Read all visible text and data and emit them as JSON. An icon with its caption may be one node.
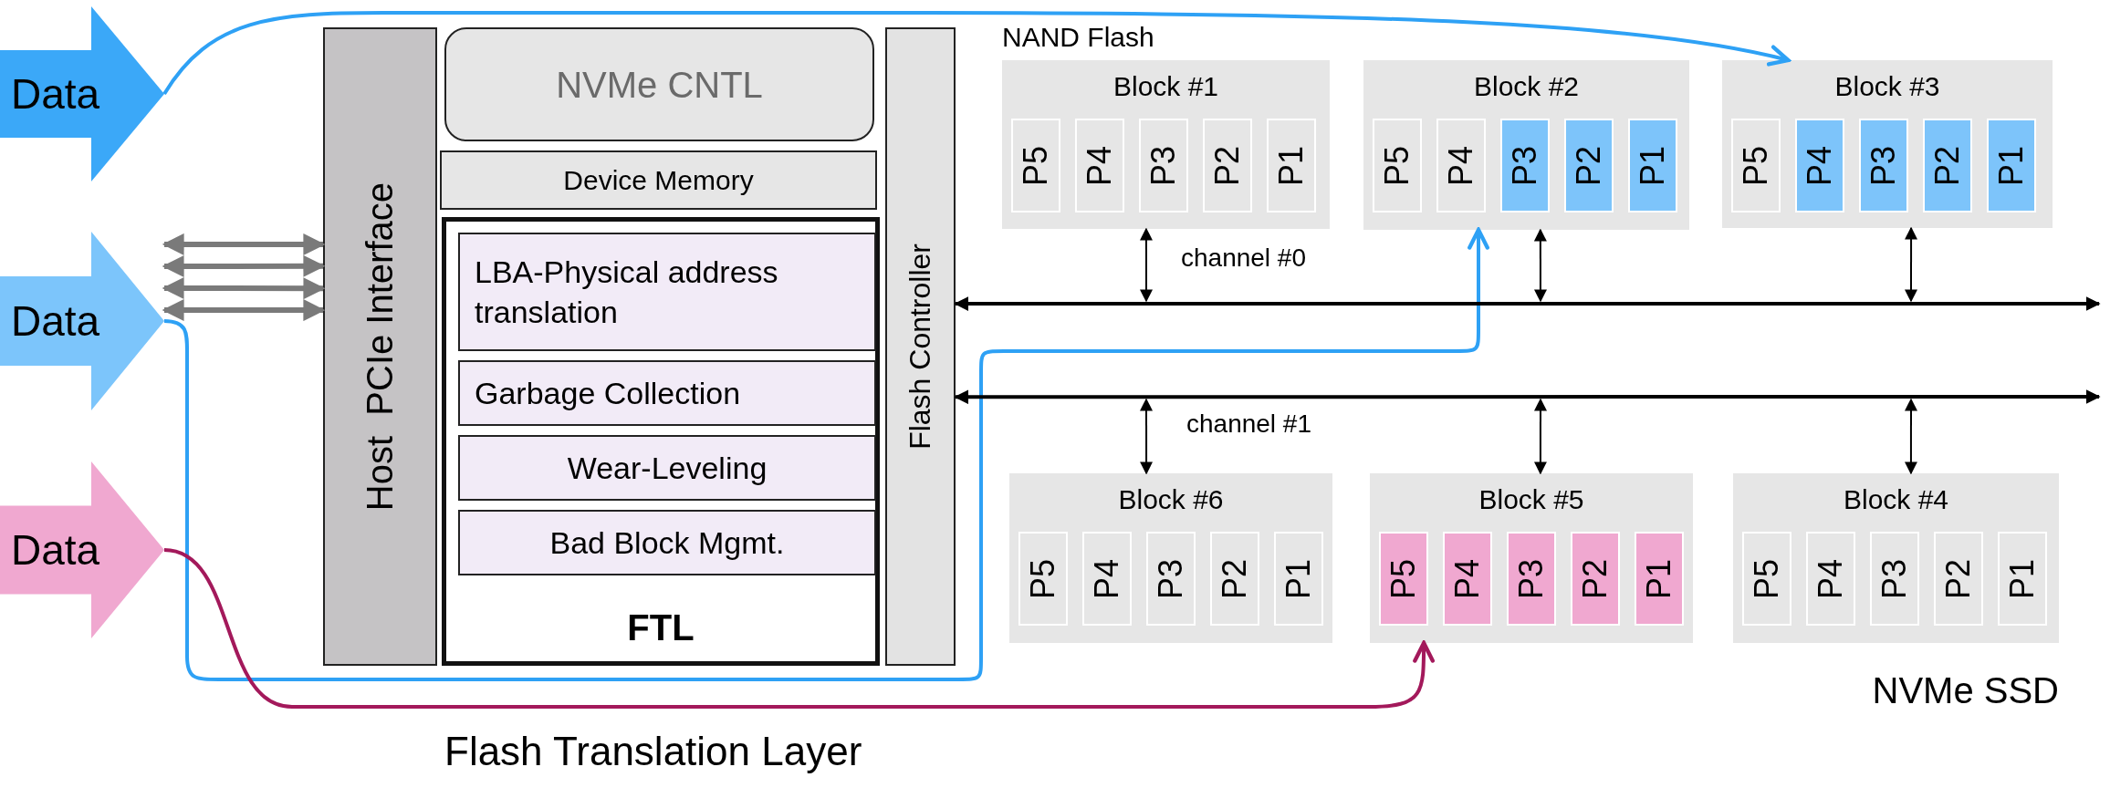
{
  "diagram": {
    "nodes": [
      {
        "text": [
          "Data"
        ]
      },
      {
        "text": [
          "Data"
        ]
      },
      {
        "text": [
          "Data"
        ]
      },
      {
        "text": [
          "Host  PCIe Interface"
        ]
      },
      {
        "text": [
          "NVMe CNTL"
        ]
      },
      {
        "text": [
          "Device Memory"
        ]
      },
      {
        "text": [
          "FTL"
        ]
      },
      {
        "text": [
          "LBA-Physical address translation"
        ],
        "in": 6
      },
      {
        "text": [
          "Garbage Collection"
        ],
        "in": 6
      },
      {
        "text": [
          "Wear-Leveling"
        ],
        "in": 6
      },
      {
        "text": [
          "Bad Block Mgmt."
        ],
        "in": 6
      },
      {
        "text": [
          "Flash Controller"
        ]
      },
      {
        "text": [
          "Block #1"
        ]
      },
      {
        "text": [
          "P5"
        ],
        "in": 12
      },
      {
        "text": [
          "P4"
        ],
        "in": 12
      },
      {
        "text": [
          "P3"
        ],
        "in": 12
      },
      {
        "text": [
          "P2"
        ],
        "in": 12
      },
      {
        "text": [
          "P1"
        ],
        "in": 12
      },
      {
        "text": [
          "Block #2"
        ]
      },
      {
        "text": [
          "P5"
        ],
        "in": 18
      },
      {
        "text": [
          "P4"
        ],
        "in": 18
      },
      {
        "text": [
          "P3"
        ],
        "in": 18
      },
      {
        "text": [
          "P2"
        ],
        "in": 18
      },
      {
        "text": [
          "P1"
        ],
        "in": 18
      },
      {
        "text": [
          "Block #3"
        ]
      },
      {
        "text": [
          "P5"
        ],
        "in": 24
      },
      {
        "text": [
          "P4"
        ],
        "in": 24
      },
      {
        "text": [
          "P3"
        ],
        "in": 24
      },
      {
        "text": [
          "P2"
        ],
        "in": 24
      },
      {
        "text": [
          "P1"
        ],
        "in": 24
      },
      {
        "text": [
          "Block #6"
        ]
      },
      {
        "text": [
          "P5"
        ],
        "in": 30
      },
      {
        "text": [
          "P4"
        ],
        "in": 30
      },
      {
        "text": [
          "P3"
        ],
        "in": 30
      },
      {
        "text": [
          "P2"
        ],
        "in": 30
      },
      {
        "text": [
          "P1"
        ],
        "in": 30
      },
      {
        "text": [
          "Block #5"
        ]
      },
      {
        "text": [
          "P5"
        ],
        "in": 36
      },
      {
        "text": [
          "P4"
        ],
        "in": 36
      },
      {
        "text": [
          "P3"
        ],
        "in": 36
      },
      {
        "text": [
          "P2"
        ],
        "in": 36
      },
      {
        "text": [
          "P1"
        ],
        "in": 36
      },
      {
        "text": [
          "Block #4"
        ]
      },
      {
        "text": [
          "P5"
        ],
        "in": 42
      },
      {
        "text": [
          "P4"
        ],
        "in": 42
      },
      {
        "text": [
          "P3"
        ],
        "in": 42
      },
      {
        "text": [
          "P2"
        ],
        "in": 42
      },
      {
        "text": [
          "P1"
        ],
        "in": 42
      }
    ],
    "edges": [
      {
        "from": 0,
        "to": 24,
        "arrow": "to",
        "color": "#2ea1f5"
      },
      {
        "from": 1,
        "to": 18,
        "arrow": "to",
        "color": "#2ea1f5"
      },
      {
        "from": 2,
        "to": 36,
        "arrow": "to",
        "color": "#a3195b"
      },
      {
        "from": null,
        "to": 11,
        "arrow": "both",
        "label": "channel #0"
      },
      {
        "from": null,
        "to": 11,
        "arrow": "both",
        "label": "channel #1"
      },
      {
        "from": 12,
        "to": null,
        "arrow": "both"
      },
      {
        "from": 18,
        "to": null,
        "arrow": "both"
      },
      {
        "from": 24,
        "to": null,
        "arrow": "both"
      },
      {
        "from": 30,
        "to": null,
        "arrow": "both"
      },
      {
        "from": 36,
        "to": null,
        "arrow": "both"
      },
      {
        "from": 42,
        "to": null,
        "arrow": "both"
      },
      {
        "from": 1,
        "to": 3,
        "arrow": "both",
        "color": "#7a7a7a"
      },
      {
        "from": 1,
        "to": 3,
        "arrow": "both",
        "color": "#7a7a7a"
      },
      {
        "from": 1,
        "to": 3,
        "arrow": "both",
        "color": "#7a7a7a"
      },
      {
        "from": 1,
        "to": 3,
        "arrow": "both",
        "color": "#7a7a7a"
      }
    ],
    "labels": [
      "NAND Flash",
      "Flash Translation Layer",
      "NVMe SSD"
    ]
  }
}
